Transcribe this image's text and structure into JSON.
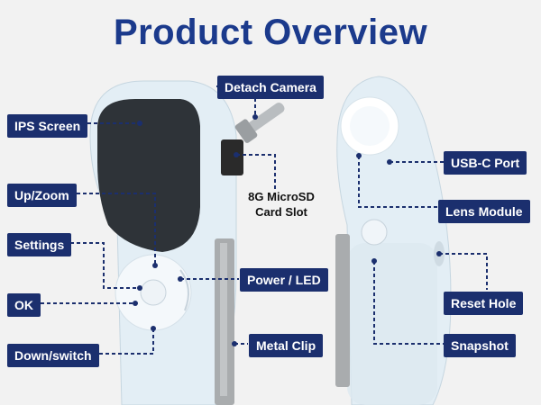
{
  "title": "Product Overview",
  "labels": {
    "ips_screen": "IPS Screen",
    "detach_camera": "Detach Camera",
    "microsd_line1": "8G MicroSD",
    "microsd_line2": "Card Slot",
    "up_zoom": "Up/Zoom",
    "settings": "Settings",
    "ok": "OK",
    "down_switch": "Down/switch",
    "power_led": "Power / LED",
    "metal_clip": "Metal Clip",
    "usbc_port": "USB-C Port",
    "lens_module": "Lens Module",
    "reset_hole": "Reset Hole",
    "snapshot": "Snapshot"
  },
  "colors": {
    "label_bg": "#1b2f6e",
    "title": "#1b3a8c",
    "device_body": "#e3eef5",
    "screen": "#2e3338",
    "clip": "#a9acae"
  }
}
